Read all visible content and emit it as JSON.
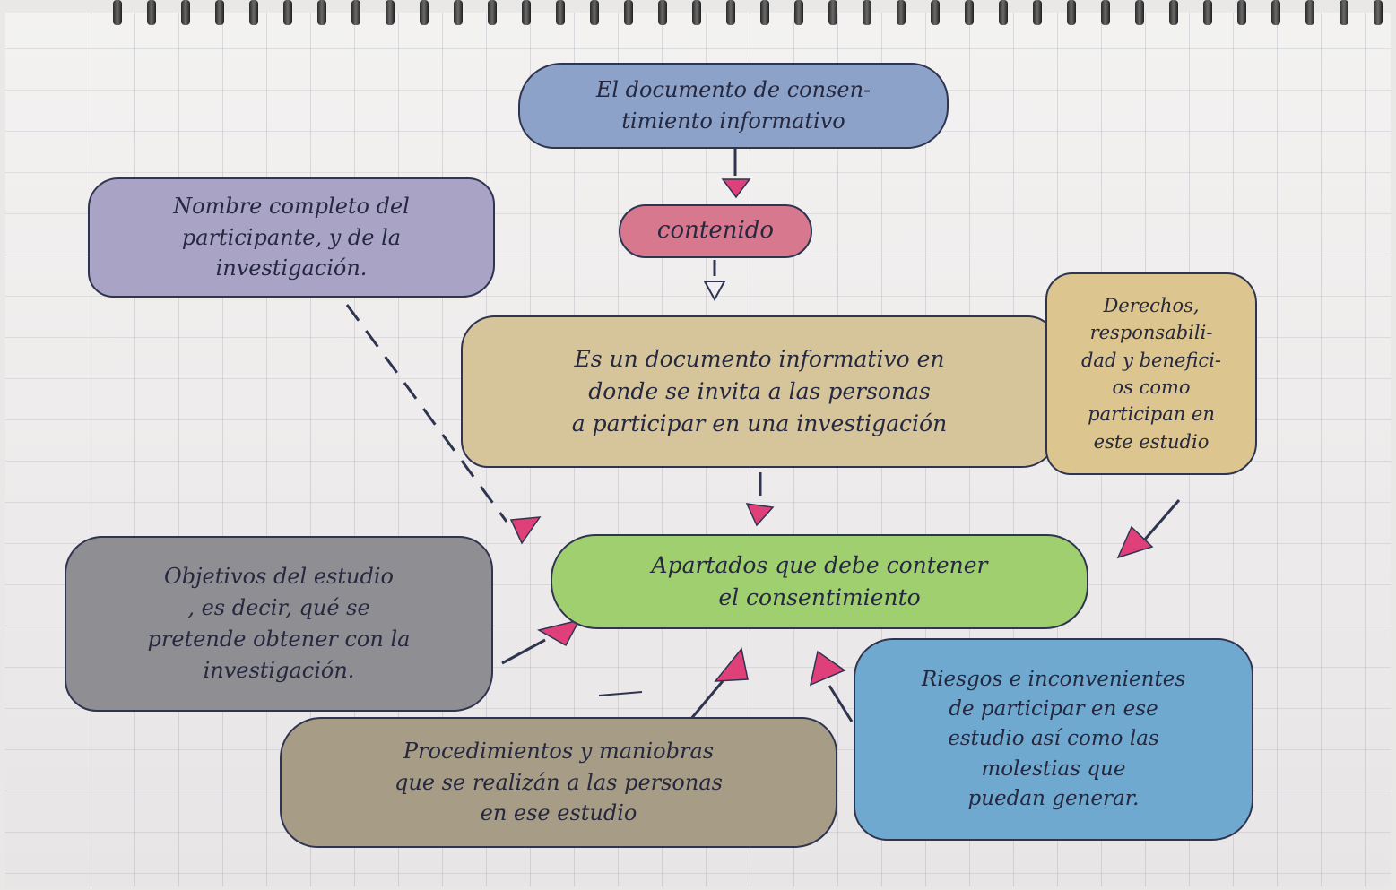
{
  "diagram": {
    "nodes": {
      "root": {
        "text": "El documento de consen-\ntimiento informativo",
        "color": "#8da2c9"
      },
      "contenido": {
        "text": "contenido",
        "color": "#d7788f"
      },
      "definicion": {
        "text": "Es un documento informativo en\ndonde se invita a las personas\na participar en una investigación",
        "color": "#d6c59a"
      },
      "apartados": {
        "text": "Apartados que debe contener\nel consentimiento",
        "color": "#9fcf6e"
      },
      "nombre": {
        "text": "Nombre completo del\nparticipante, y de la\ninvestigación.",
        "color": "#a9a4c6"
      },
      "derechos": {
        "text": "Derechos,\nresponsabili-\ndad y benefici-\nos como\nparticipan en\neste estudio",
        "color": "#dcc58e"
      },
      "objetivos": {
        "text": "Objetivos del estudio\n, es decir, qué se\npretende obtener con la\ninvestigación.",
        "color": "#8f8f93"
      },
      "procedimientos": {
        "text": "Procedimientos y maniobras\nque se realizán a las personas\nen ese estudio",
        "color": "#a79d86"
      },
      "riesgos": {
        "text": "Riesgos e inconvenientes\nde participar en ese\nestudio así como las\nmolestias que\npuedan generar.",
        "color": "#6fa9cf"
      }
    },
    "arrow_color": "#e0407a",
    "line_color": "#2f3450"
  }
}
